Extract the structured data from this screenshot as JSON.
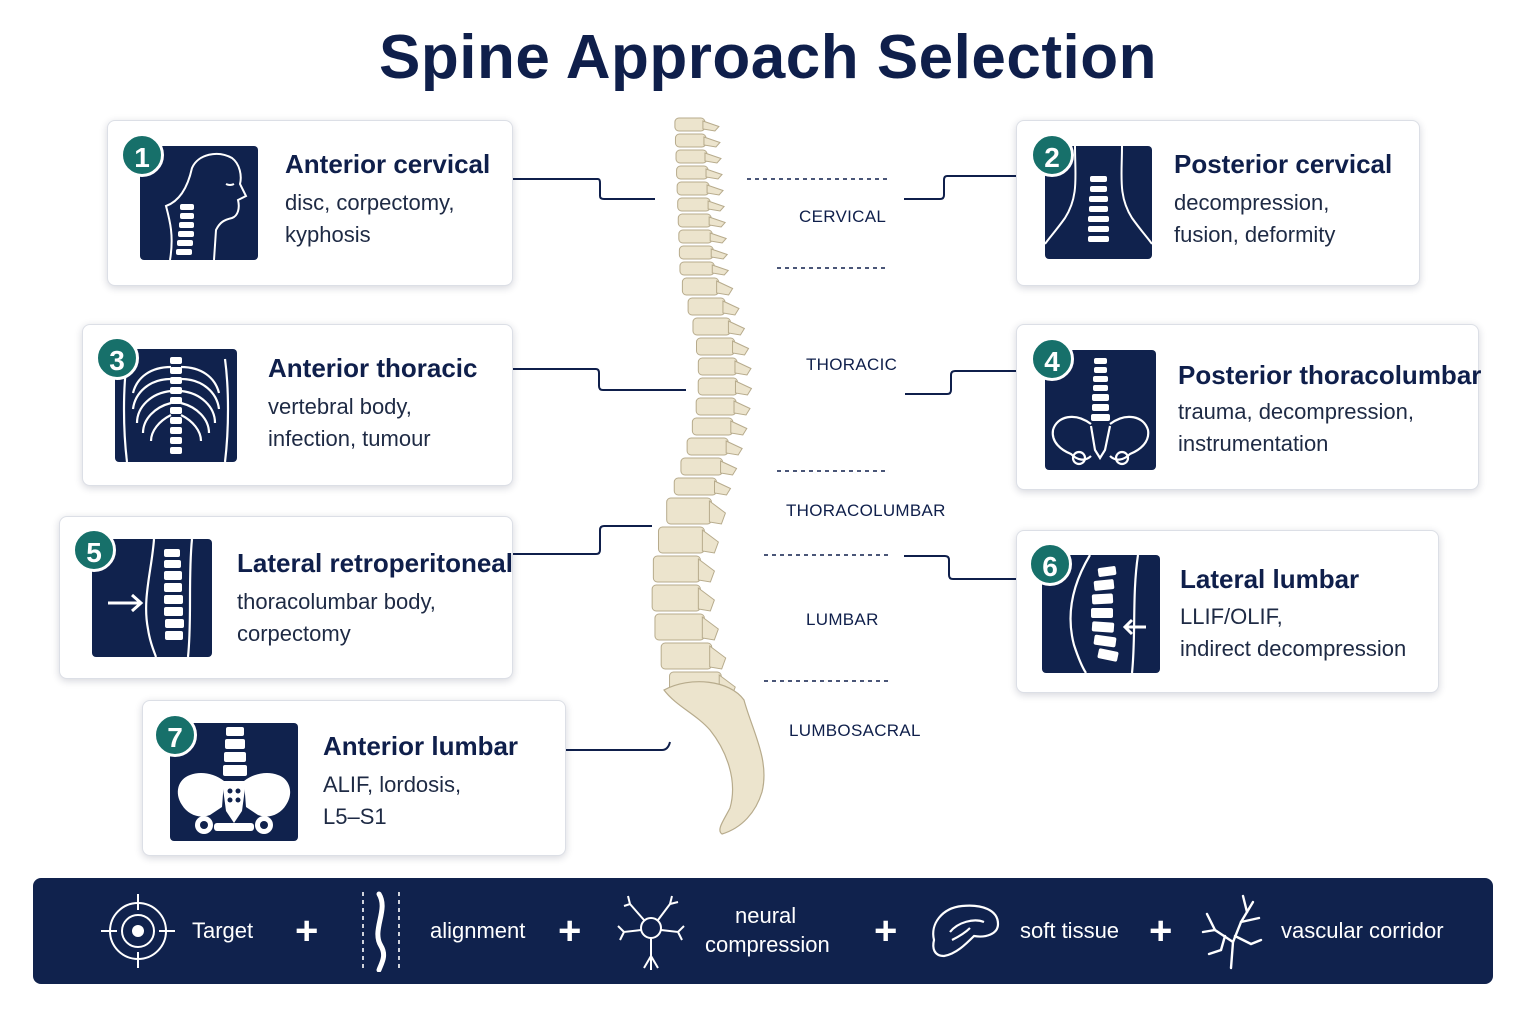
{
  "title": "Spine Approach Selection",
  "colors": {
    "navy": "#10224d",
    "teal": "#17706a",
    "bone": "#ece4cd"
  },
  "regions": [
    "CERVICAL",
    "THORACIC",
    "THORACOLUMBAR",
    "LUMBAR",
    "LUMBOSACRAL"
  ],
  "cards": [
    {
      "number": "1",
      "title": "Anterior cervical",
      "lines": [
        "disc, corpectomy,",
        "kyphosis"
      ],
      "icon": "anterior-neck-icon"
    },
    {
      "number": "2",
      "title": "Posterior cervical",
      "lines": [
        "decompression,",
        "fusion, deformity"
      ],
      "icon": "posterior-neck-icon"
    },
    {
      "number": "3",
      "title": "Anterior thoracic",
      "lines": [
        "vertebral body,",
        "infection, tumour"
      ],
      "icon": "ribcage-icon"
    },
    {
      "number": "4",
      "title": "Posterior thoracolumbar",
      "lines": [
        "trauma, decompression,",
        "instrumentation"
      ],
      "icon": "pelvis-spine-icon"
    },
    {
      "number": "5",
      "title": "Lateral retroperitoneal",
      "lines": [
        "thoracolumbar body,",
        "corpectomy"
      ],
      "icon": "lateral-spine-arrow-icon"
    },
    {
      "number": "6",
      "title": "Lateral lumbar",
      "lines": [
        "LLIF/OLIF,",
        "indirect decompression"
      ],
      "icon": "lateral-lumbar-arrow-icon"
    },
    {
      "number": "7",
      "title": "Anterior lumbar",
      "lines": [
        "ALIF, lordosis,",
        "L5–S1"
      ],
      "icon": "anterior-pelvis-icon"
    }
  ],
  "factors": {
    "items": [
      {
        "label": "Target",
        "icon": "target-icon"
      },
      {
        "label": "alignment",
        "icon": "alignment-icon"
      },
      {
        "label_lines": [
          "neural",
          "compression"
        ],
        "icon": "neuron-icon"
      },
      {
        "label": "soft tissue",
        "icon": "soft-tissue-icon"
      },
      {
        "label": "vascular corridor",
        "icon": "vessel-icon"
      }
    ],
    "separator": "+"
  }
}
